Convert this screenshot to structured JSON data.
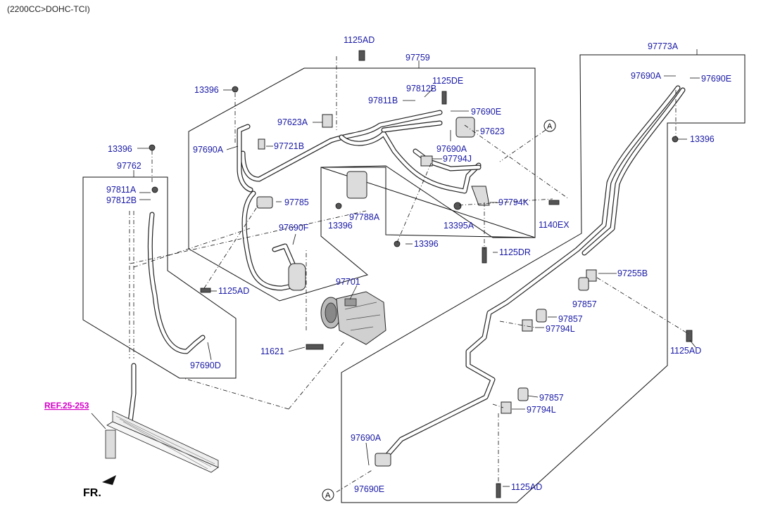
{
  "header": {
    "engine": "(2200CC>DOHC-TCI)"
  },
  "labels": {
    "l_1125ad_top": "1125AD",
    "l_97759": "97759",
    "l_97773a": "97773A",
    "l_13396_a": "13396",
    "l_97812b_a": "97812B",
    "l_1125de": "1125DE",
    "l_97811b_a": "97811B",
    "l_97690e_a": "97690E",
    "l_97690a_a": "97690A",
    "l_97690e_b": "97690E",
    "l_97623a": "97623A",
    "l_97623": "97623",
    "l_13396_b": "13396",
    "l_97690a_b": "97690A",
    "l_97721b": "97721B",
    "l_97690a_c": "97690A",
    "l_97794j": "97794J",
    "l_97762": "97762",
    "l_13396_c": "13396",
    "l_97811a": "97811A",
    "l_97812b_b": "97812B",
    "l_97785": "97785",
    "l_97794k": "97794K",
    "l_13396_d": "13396",
    "l_97788a": "97788A",
    "l_13395a": "13395A",
    "l_1140ex": "1140EX",
    "l_97690f": "97690F",
    "l_13396_e": "13396",
    "l_1125dr": "1125DR",
    "l_97255b": "97255B",
    "l_1125ad_mid": "1125AD",
    "l_97701": "97701",
    "l_97857_a": "97857",
    "l_97857_b": "97857",
    "l_97794l_a": "97794L",
    "l_11621": "11621",
    "l_1125ad_right": "1125AD",
    "l_97690d": "97690D",
    "l_97857_c": "97857",
    "l_97794l_b": "97794L",
    "l_97690a_d": "97690A",
    "l_97690e_c": "97690E",
    "l_1125ad_bot": "1125AD",
    "ref": "REF.25-253",
    "fr": "FR.",
    "callout_a_top": "A",
    "callout_a_bot": "A"
  }
}
